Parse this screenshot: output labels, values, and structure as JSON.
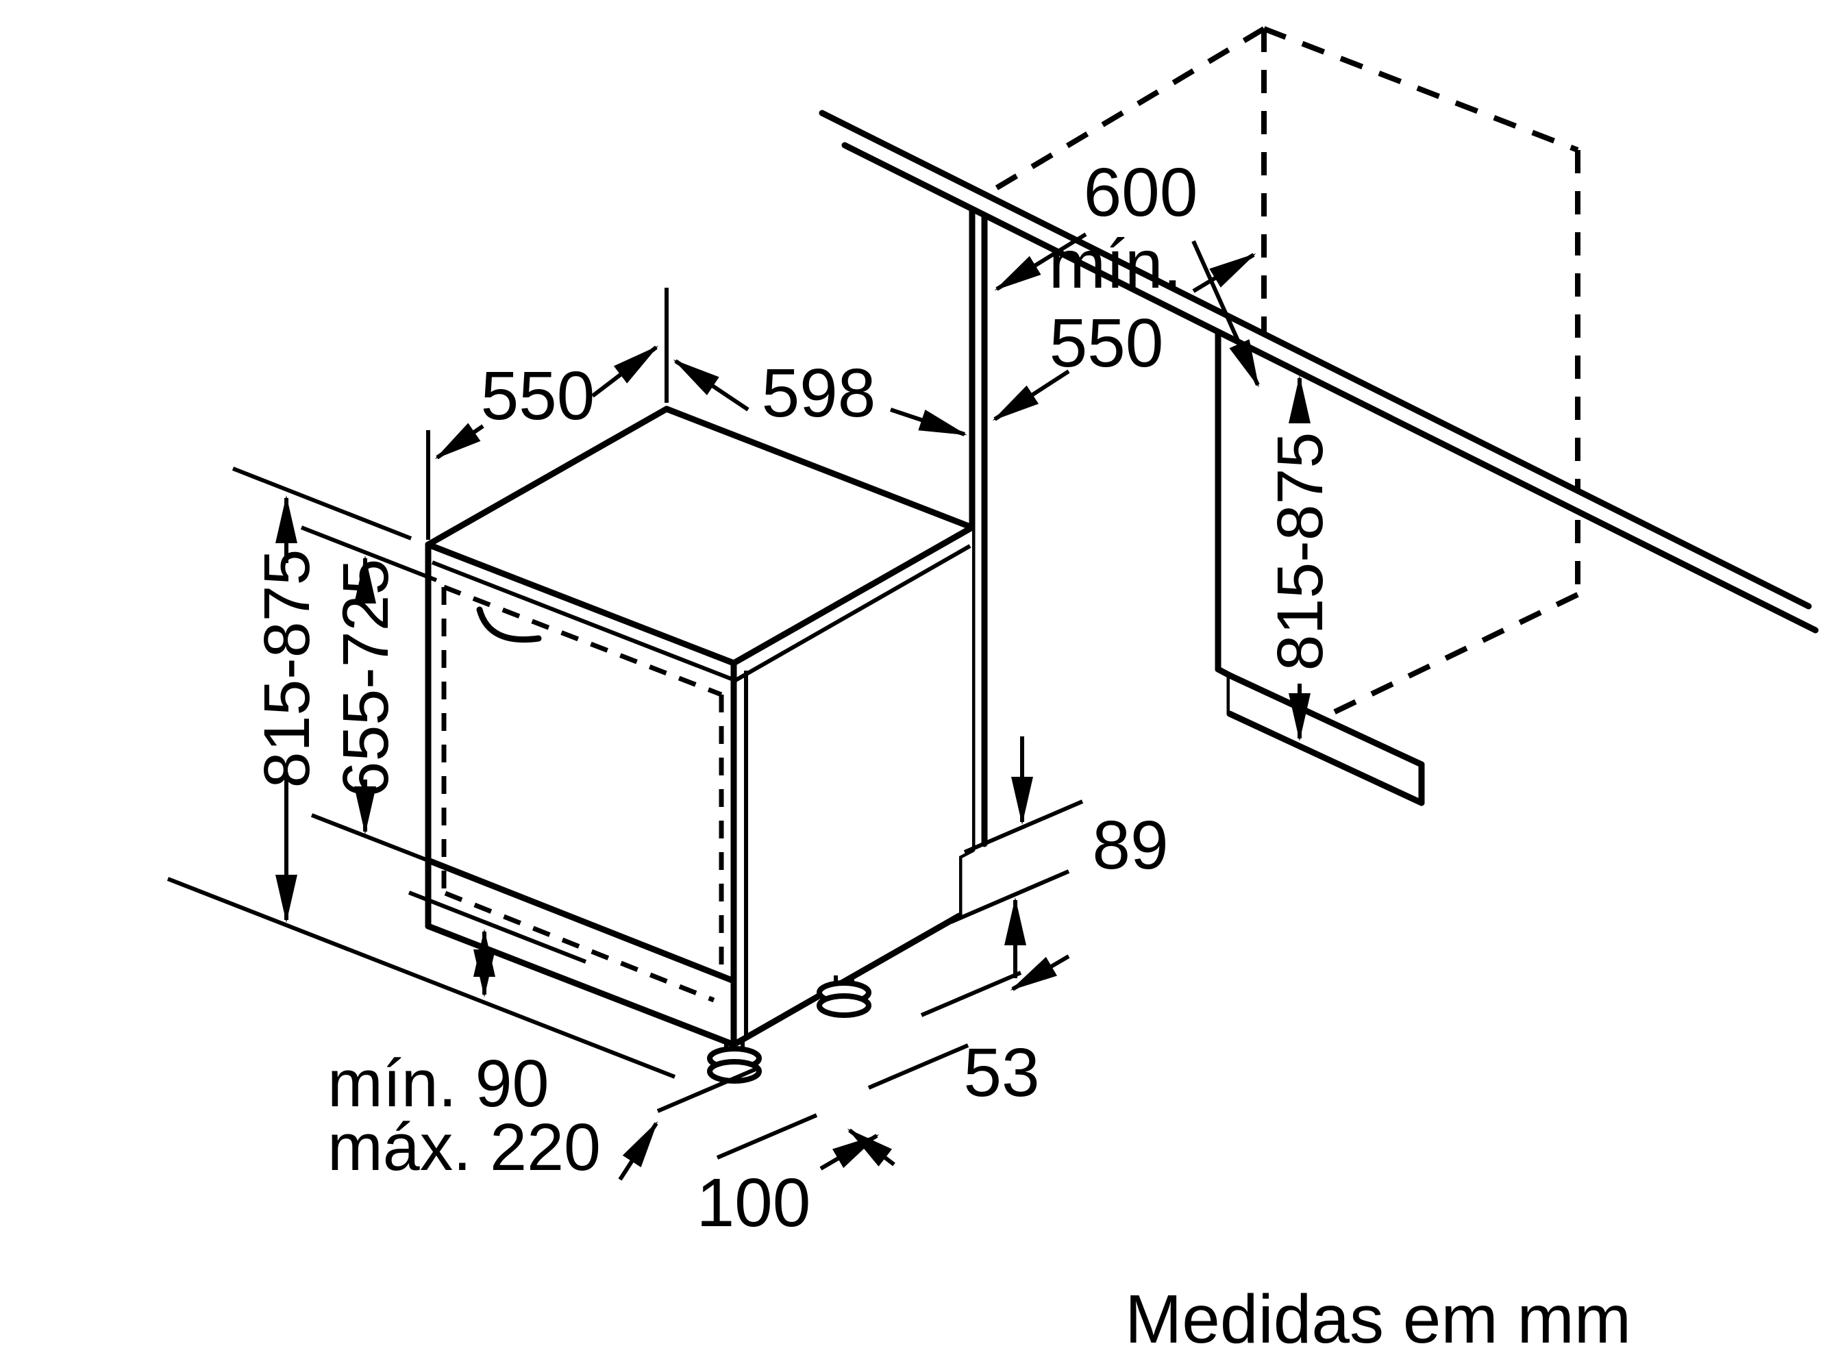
{
  "units_note": "Medidas em mm",
  "dimensions": {
    "top_depth": "550",
    "top_width": "598",
    "counter_depth": "600",
    "niche_depth_line1": "mín.",
    "niche_depth_line2": "550",
    "left_height_range": "815-875",
    "door_panel_height_range": "655-725",
    "right_height_range": "815-875",
    "toe_kick_step": "89",
    "rear_foot_offset": "53",
    "plinth_recess_min": "mín. 90",
    "plinth_recess_max": "máx. 220",
    "front_foot_offset": "100"
  }
}
